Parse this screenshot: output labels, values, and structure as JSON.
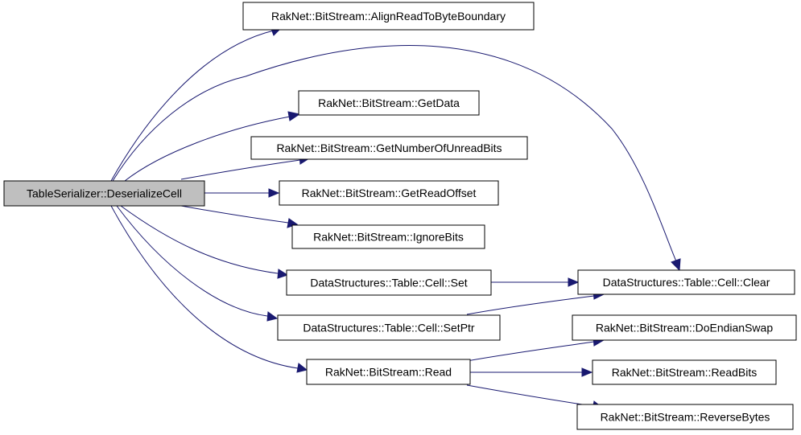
{
  "colors": {
    "edge": "#191970",
    "root_fill": "#bfbfbf",
    "node_fill": "#ffffff",
    "node_border": "#000000"
  },
  "nodes": {
    "deserialize_cell": "TableSerializer::DeserializeCell",
    "align_read": "RakNet::BitStream::AlignReadToByteBoundary",
    "get_data": "RakNet::BitStream::GetData",
    "get_unread_bits": "RakNet::BitStream::GetNumberOfUnreadBits",
    "get_read_offset": "RakNet::BitStream::GetReadOffset",
    "ignore_bits": "RakNet::BitStream::IgnoreBits",
    "cell_set": "DataStructures::Table::Cell::Set",
    "cell_setptr": "DataStructures::Table::Cell::SetPtr",
    "read": "RakNet::BitStream::Read",
    "cell_clear": "DataStructures::Table::Cell::Clear",
    "do_endian_swap": "RakNet::BitStream::DoEndianSwap",
    "read_bits": "RakNet::BitStream::ReadBits",
    "reverse_bytes": "RakNet::BitStream::ReverseBytes"
  },
  "edges": [
    {
      "from": "deserialize_cell",
      "to": "align_read"
    },
    {
      "from": "deserialize_cell",
      "to": "cell_clear"
    },
    {
      "from": "deserialize_cell",
      "to": "get_data"
    },
    {
      "from": "deserialize_cell",
      "to": "get_unread_bits"
    },
    {
      "from": "deserialize_cell",
      "to": "get_read_offset"
    },
    {
      "from": "deserialize_cell",
      "to": "ignore_bits"
    },
    {
      "from": "deserialize_cell",
      "to": "cell_set"
    },
    {
      "from": "deserialize_cell",
      "to": "cell_setptr"
    },
    {
      "from": "deserialize_cell",
      "to": "read"
    },
    {
      "from": "cell_set",
      "to": "cell_clear"
    },
    {
      "from": "cell_setptr",
      "to": "cell_clear"
    },
    {
      "from": "read",
      "to": "do_endian_swap"
    },
    {
      "from": "read",
      "to": "read_bits"
    },
    {
      "from": "read",
      "to": "reverse_bytes"
    }
  ]
}
